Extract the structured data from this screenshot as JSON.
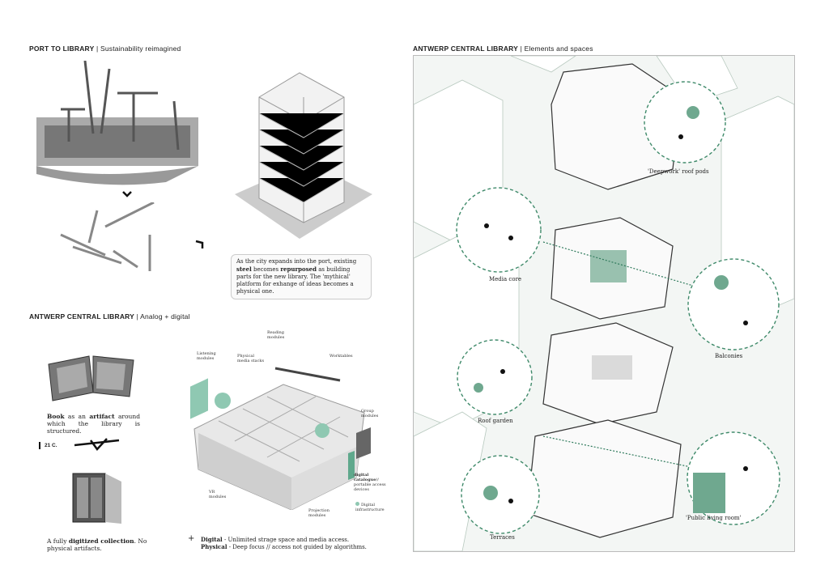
{
  "left": {
    "port_title": {
      "bold": "PORT TO LIBRARY",
      "rest": " | Sustainability reimagined"
    },
    "note": {
      "p1": "As the city expands into the port, existing ",
      "steel": "steel",
      "p2": " becomes ",
      "repurposed": "repurposed",
      "p3": " as building parts for the new library. The 'mythical' platform for exhange of ideas becomes a physical one."
    },
    "analog_title": {
      "bold": "ANTWERP CENTRAL LIBRARY",
      "rest": " | Analog + digital"
    },
    "book_caption": {
      "b1": "Book",
      "t1": " as an ",
      "b2": "artifact",
      "t2": " around which the library is structured."
    },
    "century": "21 C.",
    "digital_caption": {
      "t1": "A fully ",
      "b1": "digitized collection",
      "t2": ". No physical artifacts."
    },
    "labels": {
      "reading": "Reading modules",
      "listening": "Listening modules",
      "stacks": "Physical media stacks",
      "worktables": "Worktables",
      "group": "Group modules",
      "catalogue_b": "digital catalogue",
      "catalogue": "// portable access devices",
      "infra": "Digital infrastructure",
      "vr": "VR modules",
      "projection": "Projection modules"
    },
    "plus": "+",
    "summary": {
      "d_b": "Digital",
      "d": " - Unlimited strage space  and media access.",
      "p_b": "Physical",
      "p": " - Deep focus // access not guided by algorithms."
    }
  },
  "right": {
    "title": {
      "bold": "ANTWERP CENTRAL LIBRARY",
      "rest": " | Elements and spaces"
    },
    "spaces": [
      "'Deepwork' roof pods",
      "Media core",
      "Balconies",
      "Roof garden",
      "'Public living room'",
      "Terraces"
    ]
  },
  "colors": {
    "accent": "#5fa88c",
    "line": "#333333"
  }
}
